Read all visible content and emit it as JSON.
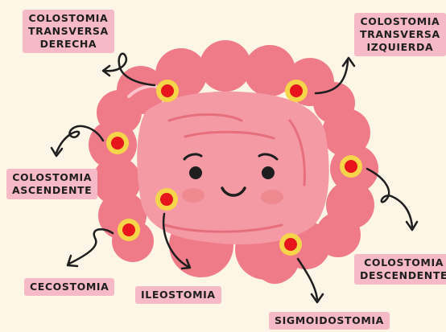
{
  "title": "",
  "labels": {
    "transversa_derecha": [
      "COLOSTOMIA",
      "TRANSVERSA",
      "DERECHA"
    ],
    "transversa_izquierda": [
      "COLOSTOMIA",
      "TRANSVERSA",
      "IZQUIERDA"
    ],
    "ascendente": [
      "COLOSTOMIA",
      "ASCENDENTE"
    ],
    "descendente": [
      "COLOSTOMIA",
      "DESCENDENTE"
    ],
    "cecostomia": "CECOSTOMIA",
    "ileostomia": "ILEOSTOMIA",
    "sigmoidostomia": "SIGMOIDOSTOMIA"
  },
  "colors": {
    "background": "#fdf6e6",
    "label_bg": "#f6b9c6",
    "intestine": "#ef7b88",
    "intestine_inner": "#f49aa5",
    "stoma_outer": "#f7d54a",
    "stoma_inner": "#e8141b"
  }
}
